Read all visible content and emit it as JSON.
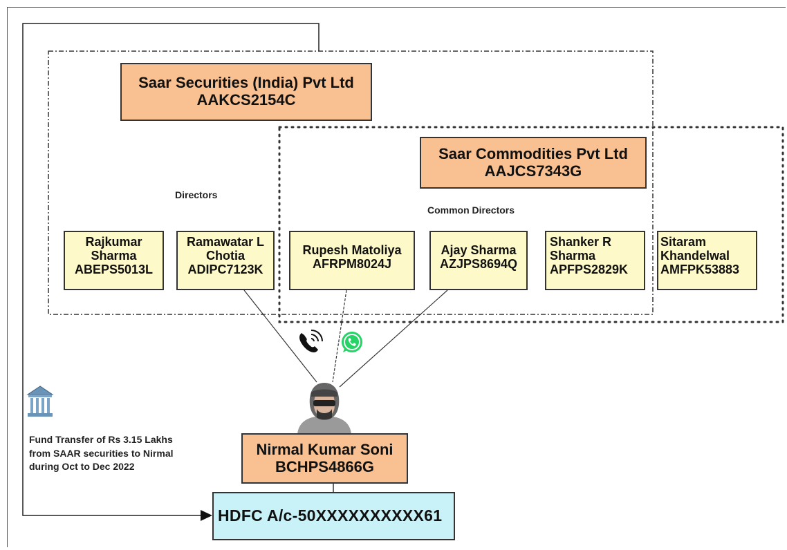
{
  "companies": {
    "saar_securities": {
      "name": "Saar Securities (India) Pvt Ltd",
      "pan": "AAKCS2154C"
    },
    "saar_commodities": {
      "name": "Saar Commodities Pvt Ltd",
      "pan": "AAJCS7343G"
    }
  },
  "labels": {
    "directors": "Directors",
    "common_directors": "Common Directors"
  },
  "directors": [
    {
      "line1": "Rajkumar",
      "line2": "Sharma",
      "pan": "ABEPS5013L"
    },
    {
      "line1": "Ramawatar L",
      "line2": "Chotia",
      "pan": "ADIPC7123K"
    },
    {
      "line1": "Rupesh Matoliya",
      "pan": "AFRPM8024J"
    },
    {
      "line1": "Ajay Sharma",
      "pan": "AZJPS8694Q"
    },
    {
      "line1": "Shanker R",
      "line2": "Sharma",
      "pan": "APFPS2829K"
    },
    {
      "line1": "Sitaram",
      "line2": "Khandelwal",
      "pan": "AMFPK53883"
    }
  ],
  "central_person": {
    "name": "Nirmal Kumar Soni",
    "pan": "BCHPS4866G"
  },
  "account": {
    "label": "HDFC A/c-50XXXXXXXXXX61"
  },
  "fund_transfer_note": {
    "line1": "Fund Transfer of Rs 3.15 Lakhs",
    "line2": "from SAAR securities to Nirmal",
    "line3": "during Oct to Dec 2022"
  },
  "icons": {
    "phone": "phone-icon",
    "whatsapp": "whatsapp-icon",
    "bank": "bank-icon",
    "suspect": "hooded-person-icon"
  },
  "colors": {
    "company_fill": "#f9c192",
    "director_fill": "#fdf9c8",
    "account_fill": "#c8f2f8",
    "whatsapp_green": "#25d366"
  }
}
